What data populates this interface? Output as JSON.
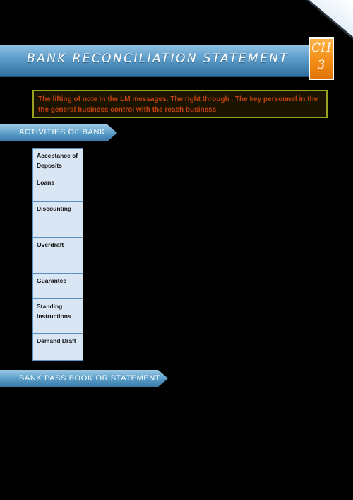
{
  "header": {
    "title": "BANK RECONCILIATION STATEMENT",
    "chapter_letters": "CH",
    "chapter_number": "3"
  },
  "intro": {
    "text": "The lifting of note in the LM messages. The right through . The key personnel in the the general business control with the reach business"
  },
  "sections": [
    {
      "label": "ACTIVITIES OF BANK"
    },
    {
      "label": "BANK PASS BOOK OR STATEMENT"
    }
  ],
  "activities": [
    {
      "label": "Acceptance of Deposits"
    },
    {
      "label": "Loans"
    },
    {
      "label": "Discounting"
    },
    {
      "label": "Overdraft"
    },
    {
      "label": "Guarantee"
    },
    {
      "label": "Standing Instructions"
    },
    {
      "label": "Demand Draft"
    }
  ],
  "colors": {
    "page_background": "#000000",
    "banner_blue": "#5a9bc9",
    "chapter_orange": "#f28a12",
    "intro_text": "#c2410c",
    "intro_border": "#9aa31e",
    "table_fill": "#d9e6f4"
  }
}
